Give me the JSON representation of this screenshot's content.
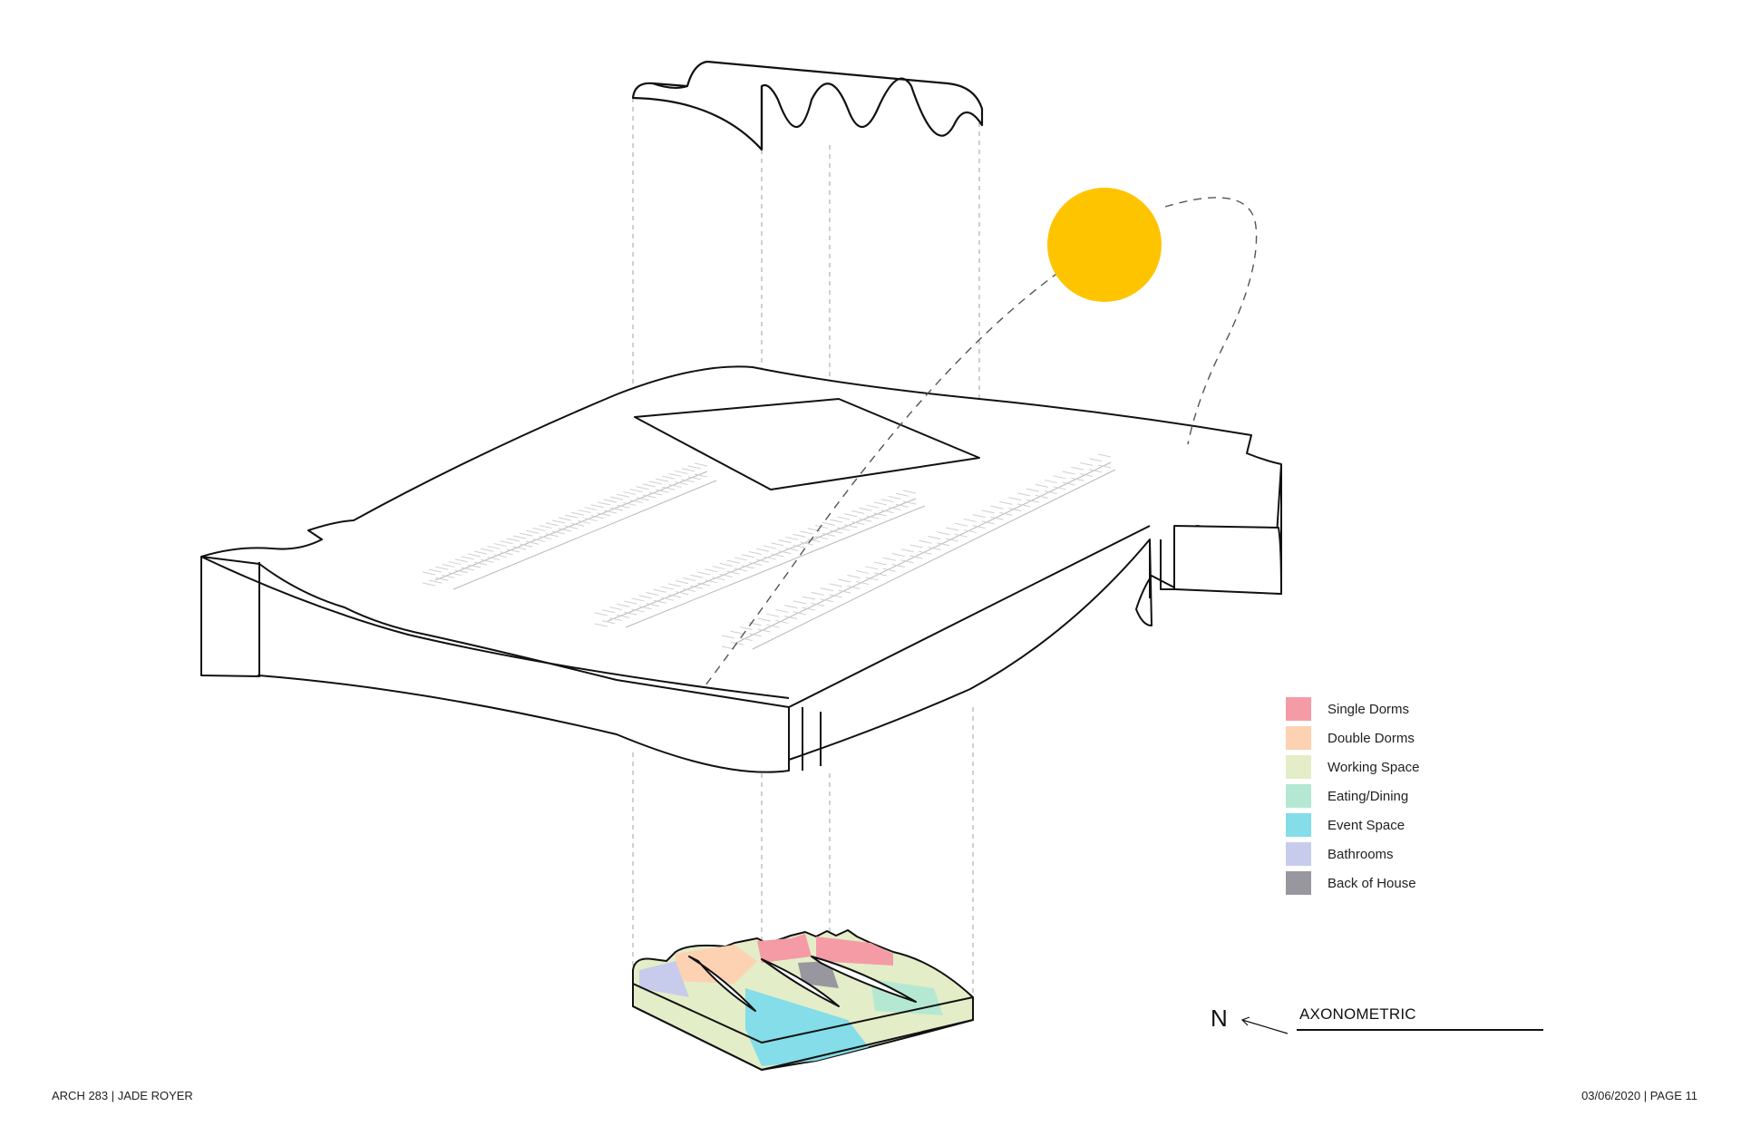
{
  "legend": {
    "items": [
      {
        "label": "Single Dorms",
        "color": "#F59BA6"
      },
      {
        "label": "Double Dorms",
        "color": "#FCD2B3"
      },
      {
        "label": "Working Space",
        "color": "#E3EDC8"
      },
      {
        "label": "Eating/Dining",
        "color": "#B5E8D2"
      },
      {
        "label": "Event Space",
        "color": "#84DDE8"
      },
      {
        "label": "Bathrooms",
        "color": "#C8CCEC"
      },
      {
        "label": "Back of House",
        "color": "#98979F"
      }
    ]
  },
  "north": {
    "letter": "N"
  },
  "view": {
    "title": "AXONOMETRIC"
  },
  "footer": {
    "left": "ARCH 283 |  JADE ROYER",
    "right": "03/06/2020 | PAGE 11"
  },
  "colors": {
    "sun": "#FFC400",
    "line": "#111111",
    "guide": "#9a9a9a"
  }
}
